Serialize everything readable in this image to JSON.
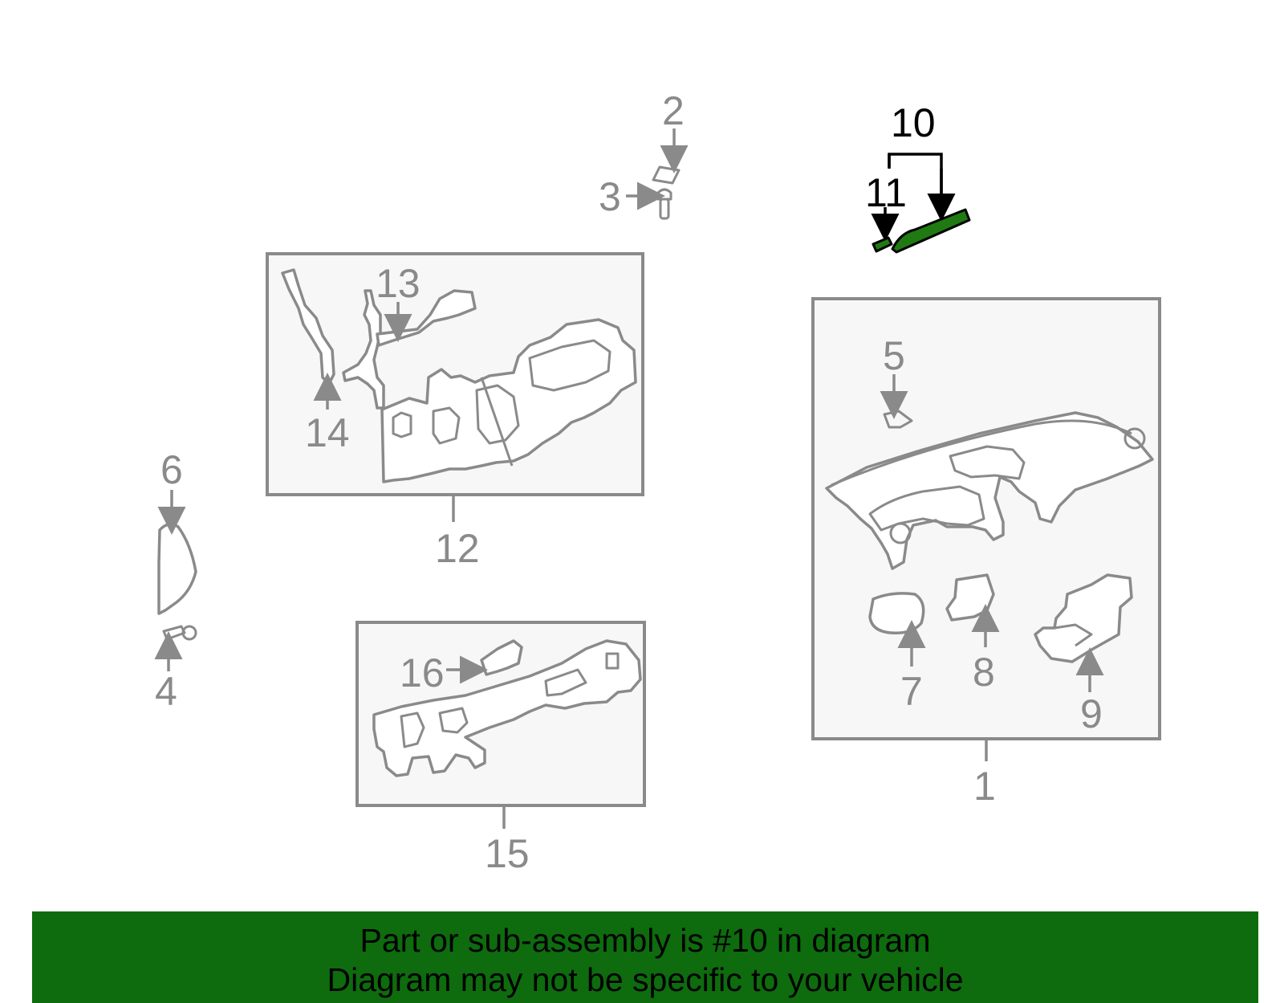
{
  "diagram": {
    "callouts": {
      "c1": "1",
      "c2": "2",
      "c3": "3",
      "c4": "4",
      "c5": "5",
      "c6": "6",
      "c7": "7",
      "c8": "8",
      "c9": "9",
      "c10": "10",
      "c11": "11",
      "c12": "12",
      "c13": "13",
      "c14": "14",
      "c15": "15",
      "c16": "16"
    },
    "highlight_color": "#1f7a12"
  },
  "banner": {
    "line1": "Part or sub-assembly is #10 in diagram",
    "line2": "Diagram may not be specific to your vehicle",
    "background": "#0e6b0e"
  }
}
